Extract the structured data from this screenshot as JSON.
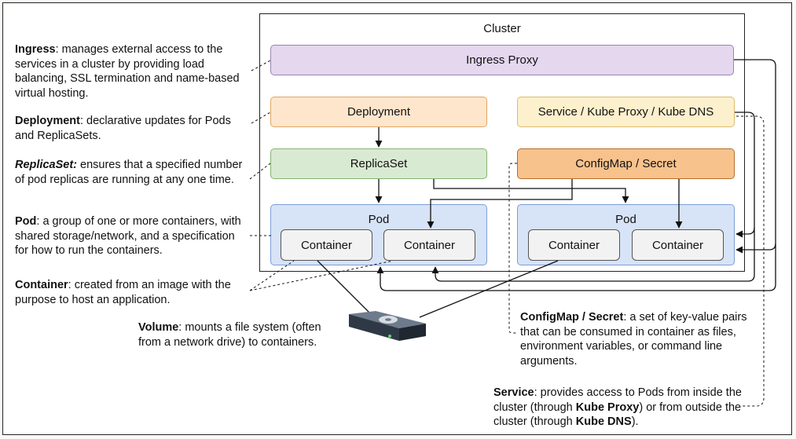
{
  "cluster": {
    "title": "Cluster"
  },
  "boxes": {
    "ingress": "Ingress Proxy",
    "deployment": "Deployment",
    "service": "Service / Kube Proxy / Kube DNS",
    "replicaset": "ReplicaSet",
    "configmap": "ConfigMap / Secret",
    "pod": "Pod",
    "container": "Container"
  },
  "notes": {
    "ingress": {
      "term": "Ingress",
      "text": ": manages external access to the services in a cluster by providing load balancing, SSL termination and name-based virtual hosting."
    },
    "deployment": {
      "term": "Deployment",
      "text": ": declarative updates for Pods and ReplicaSets."
    },
    "replicaset": {
      "term": "ReplicaSet:",
      "text": " ensures that a specified number of pod replicas are running at any one time."
    },
    "pod": {
      "term": "Pod",
      "text": ": a group of one or more containers, with shared storage/network, and a specification for how to run the containers."
    },
    "container": {
      "term": "Container",
      "text": ": created from an image with the purpose to host an application."
    },
    "volume": {
      "term": "Volume",
      "text": ": mounts a file system (often from a network drive) to containers."
    },
    "configmap": {
      "term": "ConfigMap / Secret",
      "text": ": a set of key-value pairs that can be consumed in container as files, environment variables, or command line arguments."
    },
    "service": {
      "term": "Service",
      "text1": ": provides access to Pods from inside the cluster (through ",
      "proxy": "Kube Proxy",
      "text2": ") or from outside the cluster (through ",
      "dns": "Kube DNS",
      "text3": ")."
    }
  },
  "icons": {
    "volume": "drive-icon"
  },
  "colors": {
    "ingress_fill": "#e4d7ee",
    "deployment_fill": "#fde6cc",
    "service_fill": "#fdf0cd",
    "replicaset_fill": "#d9ead2",
    "configmap_fill": "#f8c28c",
    "pod_fill": "#d7e3f6",
    "container_fill": "#f2f2f2"
  }
}
